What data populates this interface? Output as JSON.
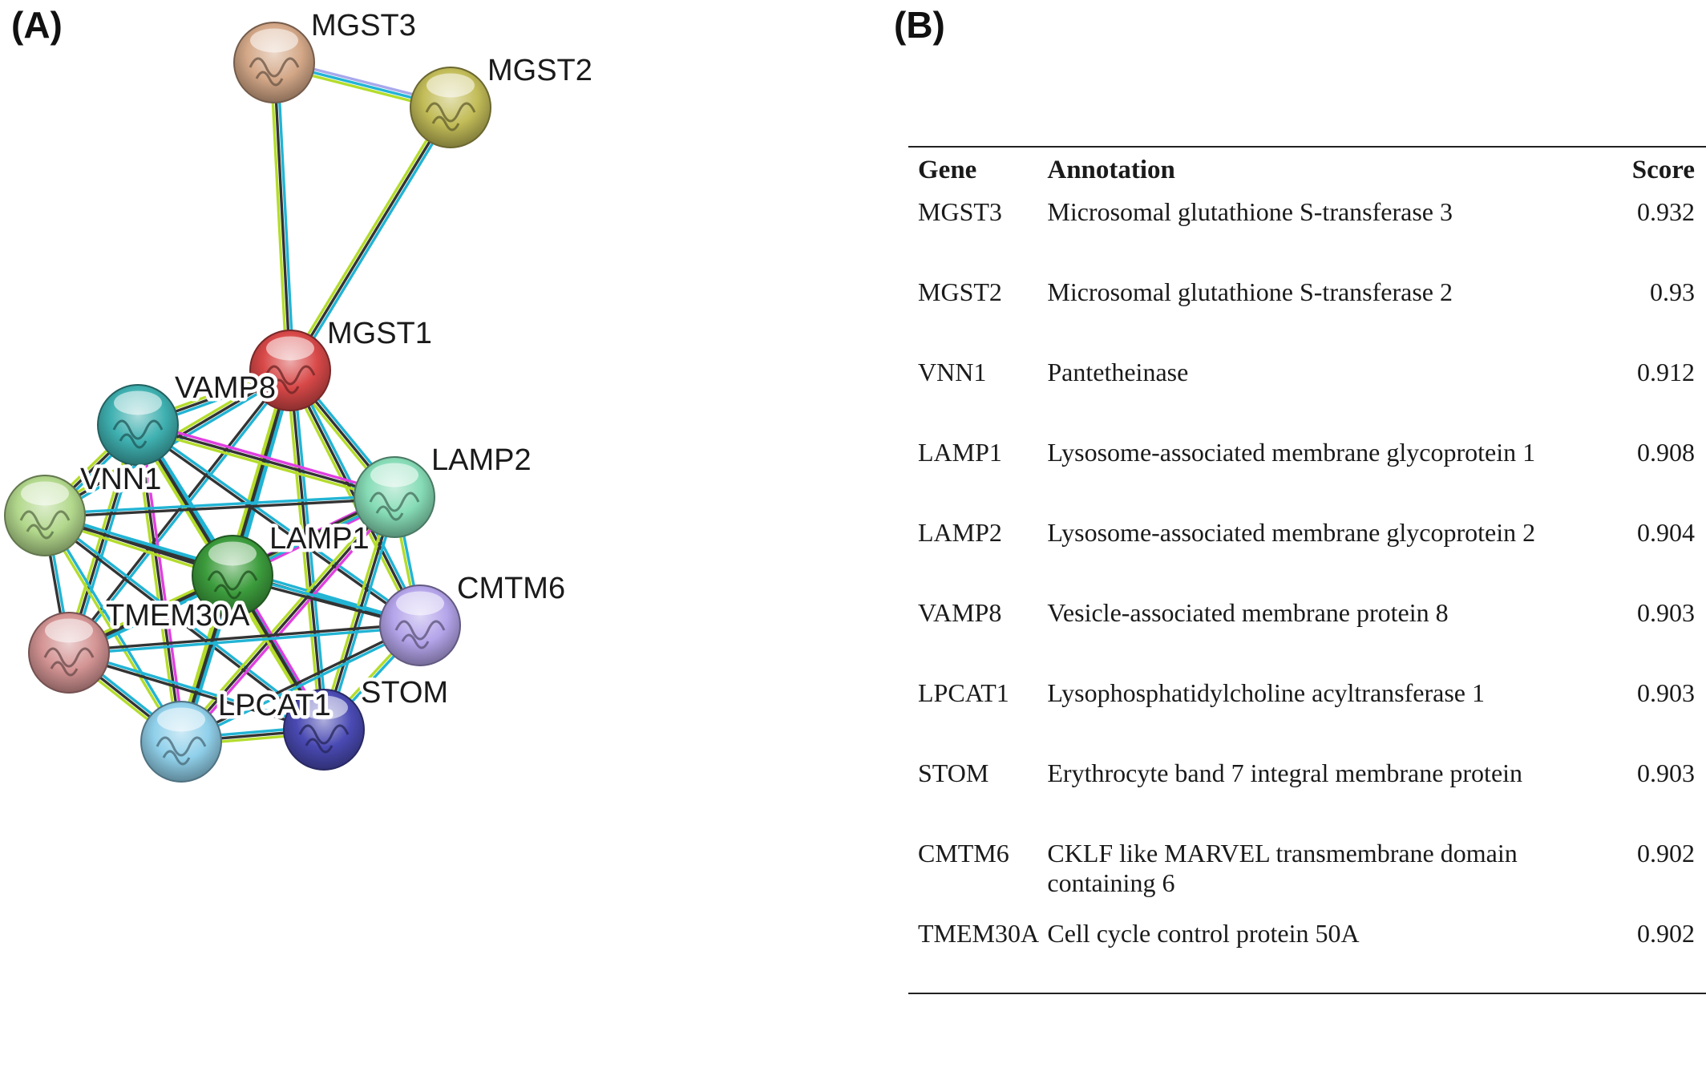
{
  "panels": {
    "a_label": "(A)",
    "b_label": "(B)"
  },
  "network": {
    "nodes": {
      "MGST3": {
        "label": "MGST3",
        "color": "#d4a888"
      },
      "MGST2": {
        "label": "MGST2",
        "color": "#c2bc58"
      },
      "MGST1": {
        "label": "MGST1",
        "color": "#d84848"
      },
      "VAMP8": {
        "label": "VAMP8",
        "color": "#3fb0b0"
      },
      "VNN1": {
        "label": "VNN1",
        "color": "#b2d88c"
      },
      "LAMP2": {
        "label": "LAMP2",
        "color": "#86dcb6"
      },
      "LAMP1": {
        "label": "LAMP1",
        "color": "#3c9c3c"
      },
      "CMTM6": {
        "label": "CMTM6",
        "color": "#b4a4ea"
      },
      "TMEM30A": {
        "label": "TMEM30A",
        "color": "#d49494"
      },
      "LPCAT1": {
        "label": "LPCAT1",
        "color": "#90d0ea"
      },
      "STOM": {
        "label": "STOM",
        "color": "#4a4ab4"
      }
    },
    "edge_colors": {
      "black": "#333333",
      "cyan": "#22b4d4",
      "lime": "#b4dc2c",
      "magenta": "#e040e0",
      "lavender": "#a8a8ec",
      "blue": "#3a78d0"
    }
  },
  "table": {
    "headers": {
      "gene": "Gene",
      "annotation": "Annotation",
      "score": "Score"
    },
    "rows": [
      {
        "gene": "MGST3",
        "annotation": "Microsomal glutathione S-transferase 3",
        "score": "0.932"
      },
      {
        "gene": "MGST2",
        "annotation": "Microsomal glutathione S-transferase 2",
        "score": "0.93"
      },
      {
        "gene": "VNN1",
        "annotation": "Pantetheinase",
        "score": "0.912"
      },
      {
        "gene": "LAMP1",
        "annotation": "Lysosome-associated membrane glycoprotein 1",
        "score": "0.908"
      },
      {
        "gene": "LAMP2",
        "annotation": "Lysosome-associated membrane glycoprotein 2",
        "score": "0.904"
      },
      {
        "gene": "VAMP8",
        "annotation": "Vesicle-associated membrane protein 8",
        "score": "0.903"
      },
      {
        "gene": "LPCAT1",
        "annotation": "Lysophosphatidylcholine acyltransferase 1",
        "score": "0.903"
      },
      {
        "gene": "STOM",
        "annotation": "Erythrocyte band 7 integral membrane protein",
        "score": "0.903"
      },
      {
        "gene": "CMTM6",
        "annotation": "CKLF like MARVEL transmembrane domain containing 6",
        "score": "0.902"
      },
      {
        "gene": "TMEM30A",
        "annotation": "Cell cycle control protein 50A",
        "score": "0.902"
      }
    ]
  }
}
